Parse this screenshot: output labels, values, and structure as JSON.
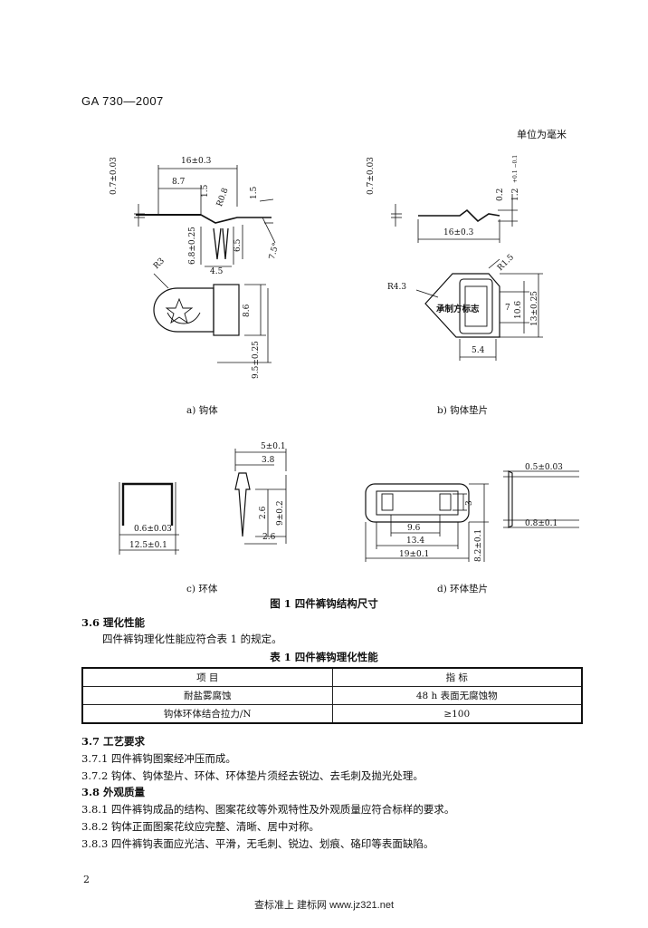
{
  "header": {
    "std_no": "GA 730—2007",
    "unit": "单位为毫米"
  },
  "figure": {
    "title": "图 1   四件裤钩结构尺寸",
    "captions": {
      "a": "a)   钩体",
      "b": "b)   钩体垫片",
      "c": "c)   环体",
      "d": "d)   环体垫片"
    },
    "dims_a": {
      "w": "16±0.3",
      "l87": "8.7",
      "t": "0.7±0.03",
      "d15a": "1.5",
      "r08": "R0.8",
      "d15b": "1.5",
      "h68": "6.8±0.25",
      "d65": "6.5",
      "ang": "7.5°",
      "d45": "4.5",
      "r3": "R3",
      "d86": "8.6",
      "h95": "9.5±0.25"
    },
    "dims_b": {
      "t": "0.7±0.03",
      "d02": "0.2",
      "d12": "1.2",
      "tol12": "+0.1 −0.1",
      "w": "16±0.3",
      "r15": "R1.5",
      "r43": "R4.3",
      "mark": "承制方标志",
      "d7": "7",
      "d106": "10.6",
      "h13": "13±0.25",
      "d54": "5.4"
    },
    "dims_c": {
      "t": "0.6±0.03",
      "w": "12.5±0.1",
      "d5": "5±0.1",
      "d38": "3.8",
      "d26a": "2.6",
      "h9": "9±0.2",
      "d26b": "2.6"
    },
    "dims_d": {
      "t": "0.5±0.03",
      "d3": "3",
      "d96": "9.6",
      "d134": "13.4",
      "w19": "19±0.1",
      "h82": "8.2±0.1",
      "t2": "0.8±0.1"
    }
  },
  "sections": {
    "s36_title": "3.6   理化性能",
    "s36_text": "四件裤钩理化性能应符合表 1 的规定。",
    "table_title": "表 1   四件裤钩理化性能",
    "table": {
      "headers": [
        "项      目",
        "指      标"
      ],
      "rows": [
        [
          "耐盐雾腐蚀",
          "48 h 表面无腐蚀物"
        ],
        [
          "钩体环体结合拉力/N",
          "≥100"
        ]
      ]
    },
    "s37_title": "3.7   工艺要求",
    "s371": "3.7.1   四件裤钩图案经冲压而成。",
    "s372": "3.7.2   钩体、钩体垫片、环体、环体垫片须经去锐边、去毛刺及抛光处理。",
    "s38_title": "3.8   外观质量",
    "s381": "3.8.1   四件裤钩成品的结构、图案花纹等外观特性及外观质量应符合标样的要求。",
    "s382": "3.8.2   钩体正面图案花纹应完整、清晰、居中对称。",
    "s383": "3.8.3   四件裤钩表面应光洁、平滑，无毛刺、锐边、划痕、硌印等表面缺陷。"
  },
  "page": {
    "number": "2",
    "footer": "查标准上  建标网  www.jz321.net"
  }
}
